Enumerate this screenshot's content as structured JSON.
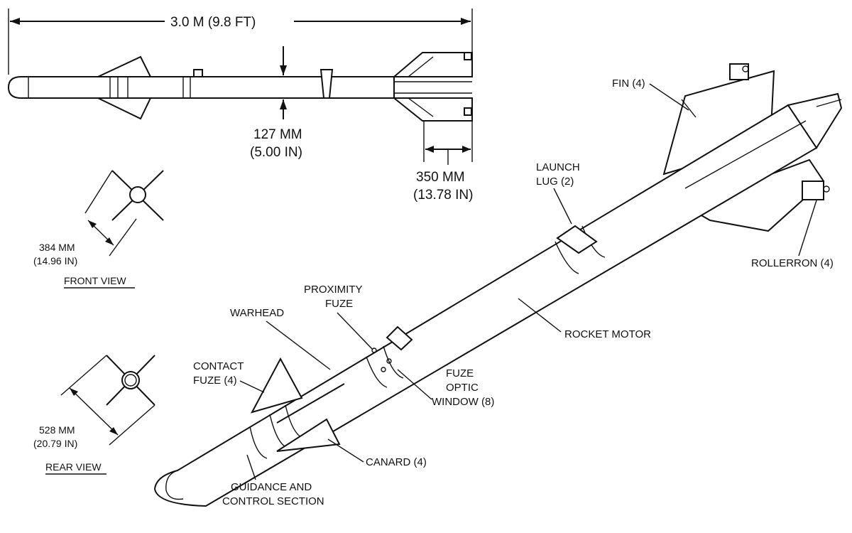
{
  "overall_length": "3.0 M (9.8 FT)",
  "body_dia_mm": "127 MM",
  "body_dia_in": "(5.00 IN)",
  "fin_root_mm": "350 MM",
  "fin_root_in": "(13.78 IN)",
  "front_span_mm": "384 MM",
  "front_span_in": "(14.96 IN)",
  "front_view": "FRONT VIEW",
  "rear_span_mm": "528 MM",
  "rear_span_in": "(20.79 IN)",
  "rear_view": "REAR VIEW",
  "callouts": {
    "fin": "FIN (4)",
    "launch_lug_1": "LAUNCH",
    "launch_lug_2": "LUG (2)",
    "rollerron": "ROLLERRON (4)",
    "proximity_1": "PROXIMITY",
    "proximity_2": "FUZE",
    "warhead": "WARHEAD",
    "rocket_motor": "ROCKET MOTOR",
    "contact_1": "CONTACT",
    "contact_2": "FUZE (4)",
    "optic_1": "FUZE",
    "optic_2": "OPTIC",
    "optic_3": "WINDOW (8)",
    "canard": "CANARD (4)",
    "guidance_1": "GUIDANCE AND",
    "guidance_2": "CONTROL SECTION"
  }
}
